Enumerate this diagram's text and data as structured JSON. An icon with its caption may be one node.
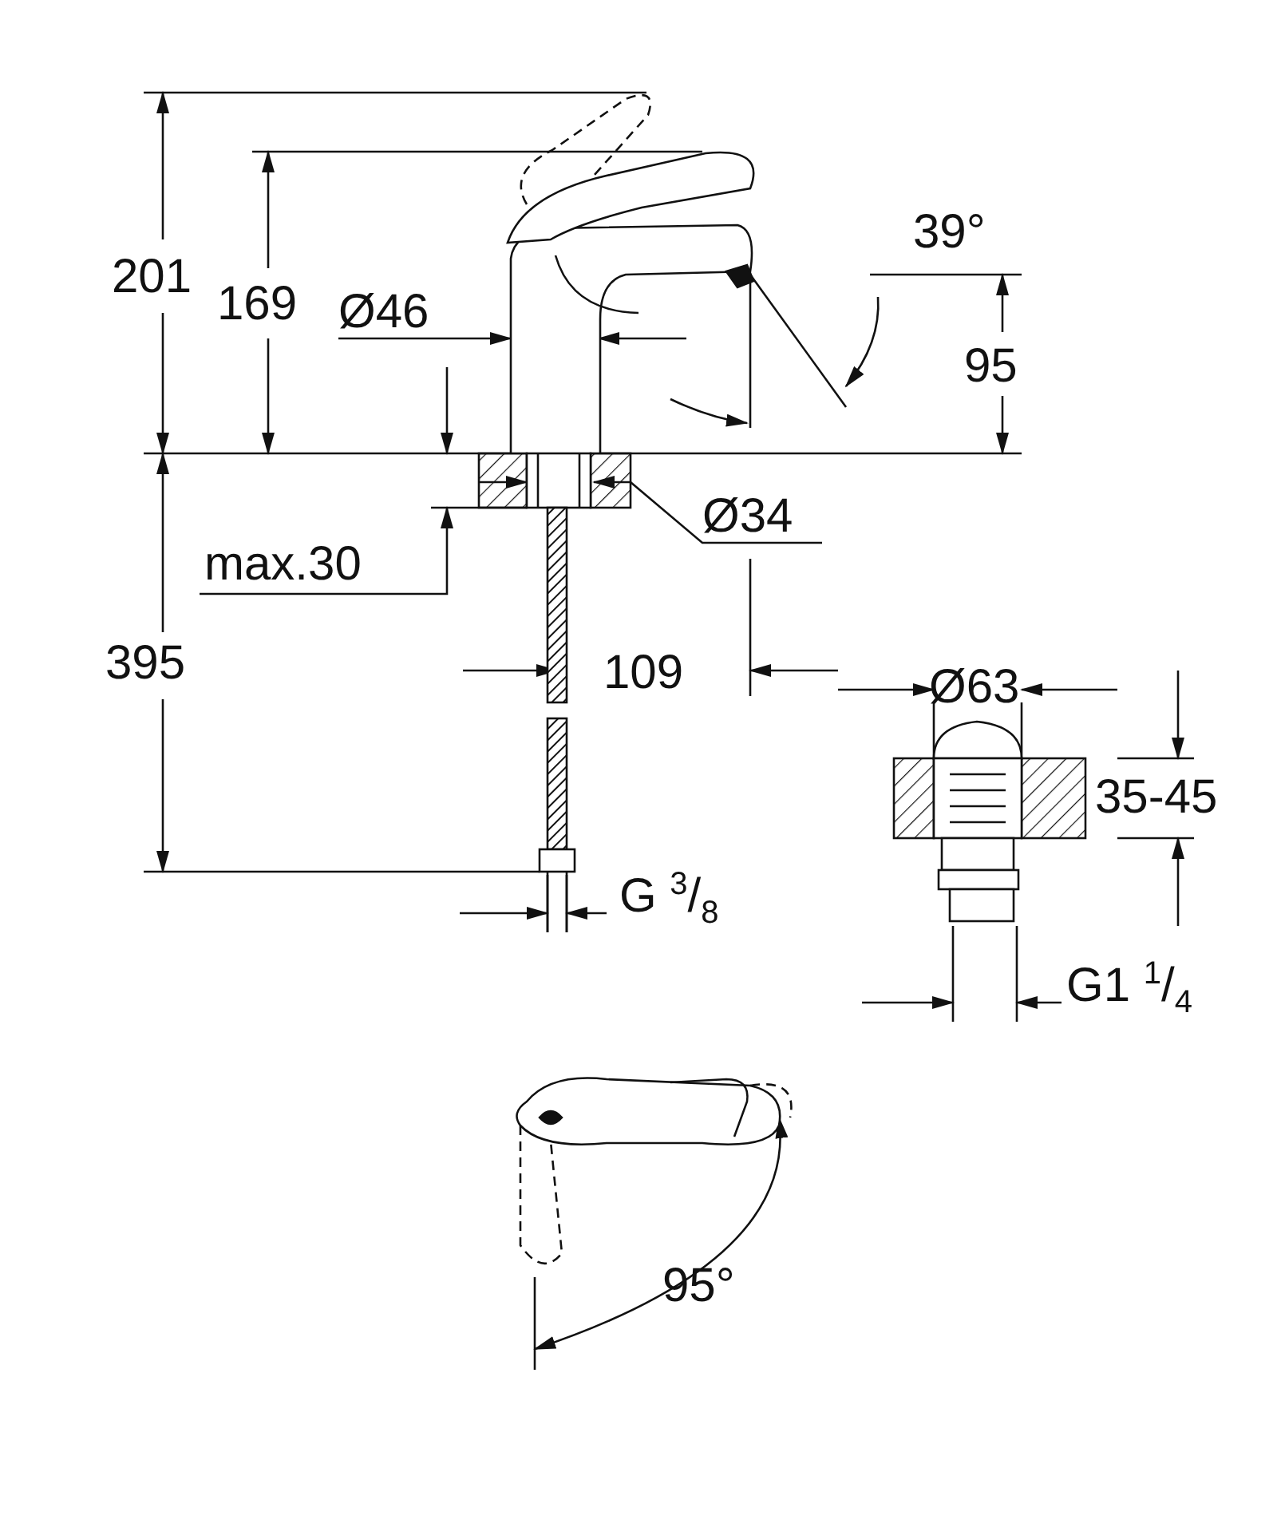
{
  "diagram": {
    "labels": [
      "201",
      "169",
      "Ø46",
      "39°",
      "95",
      "Ø34",
      "max.30",
      "395",
      "109",
      "Ø63",
      "35-45",
      "G $^{3}$/$_{8}$",
      "G1 $^{1}$/$_{4}$",
      "95°"
    ]
  }
}
